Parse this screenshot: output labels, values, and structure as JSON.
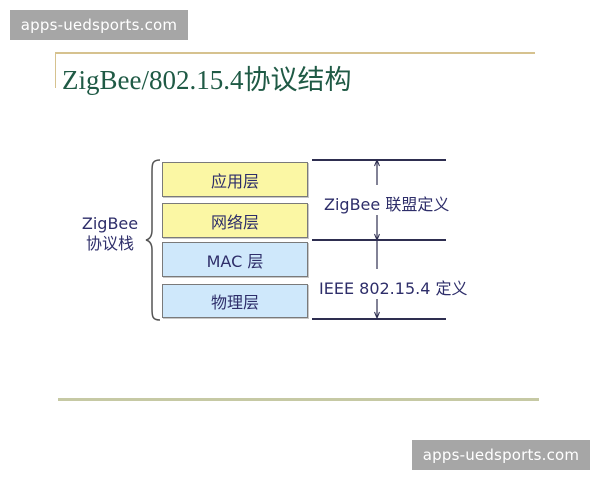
{
  "watermarks": {
    "top": "apps-uedsports.com",
    "bottom": "apps-uedsports.com"
  },
  "slide": {
    "title": "ZigBee/802.15.4协议结构",
    "stack_label_line1": "ZigBee",
    "stack_label_line2": "协议栈",
    "layers": [
      {
        "label": "应用层",
        "color": "#fbf7a4"
      },
      {
        "label": "网络层",
        "color": "#fbf7a4"
      },
      {
        "label": "MAC 层",
        "color": "#cfe8fb"
      },
      {
        "label": "物理层",
        "color": "#cfe8fb"
      }
    ],
    "definitions": [
      {
        "label": "ZigBee 联盟定义",
        "spans_layers": [
          "应用层",
          "网络层"
        ]
      },
      {
        "label": "IEEE 802.15.4 定义",
        "spans_layers": [
          "MAC 层",
          "物理层"
        ]
      }
    ],
    "colors": {
      "title": "#1f5a45",
      "frame": "#d6c28f",
      "text": "#2e2e6a",
      "app_layers": "#fbf7a4",
      "mac_phy_layers": "#cfe8fb"
    }
  }
}
